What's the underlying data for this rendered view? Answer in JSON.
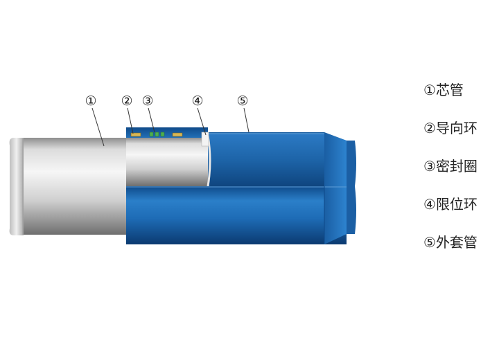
{
  "callouts": [
    "①",
    "②",
    "③",
    "④",
    "⑤"
  ],
  "legend": [
    {
      "num": "①",
      "label": "芯管"
    },
    {
      "num": "②",
      "label": "导向环"
    },
    {
      "num": "③",
      "label": "密封圈"
    },
    {
      "num": "④",
      "label": "限位环"
    },
    {
      "num": "⑤",
      "label": "外套管"
    }
  ],
  "colors": {
    "outer_sleeve": "#1f6fb8",
    "outer_sleeve_dark": "#0d3f78",
    "core_pipe_light": "#f4f4f4",
    "core_pipe_dark": "#8d8d8d",
    "guide_ring": "#d9b85a",
    "seal_ring": "#4caf50",
    "leader_line": "#333333"
  }
}
